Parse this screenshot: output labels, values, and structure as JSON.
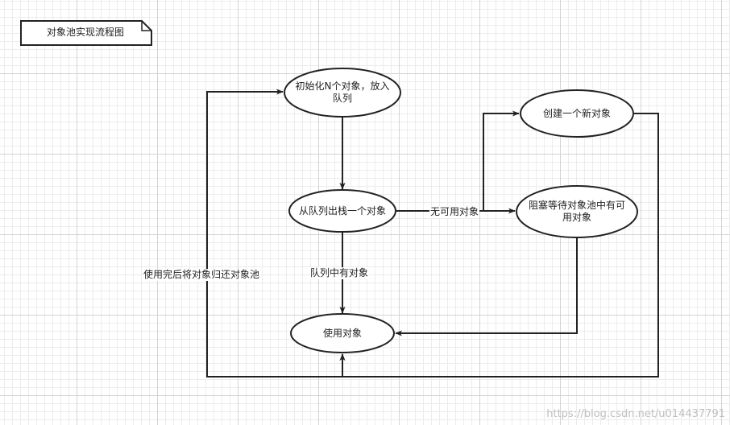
{
  "title_note": "对象池实现流程图",
  "nodes": {
    "init": "初始化N个对象，放入队列",
    "dequeue": "从队列出栈一个对象",
    "create": "创建一个新对象",
    "block": "阻塞等待对象池中有可用对象",
    "use": "使用对象"
  },
  "edges": {
    "no_available": "无可用对象",
    "has_object": "队列中有对象",
    "return_to_pool": "使用完后将对象归还对象池"
  },
  "watermark": "https://blog.csdn.net/u014437791",
  "colors": {
    "stroke": "#222222",
    "fill": "#ffffff",
    "text": "#222222",
    "watermark": "#c0c0c0"
  }
}
